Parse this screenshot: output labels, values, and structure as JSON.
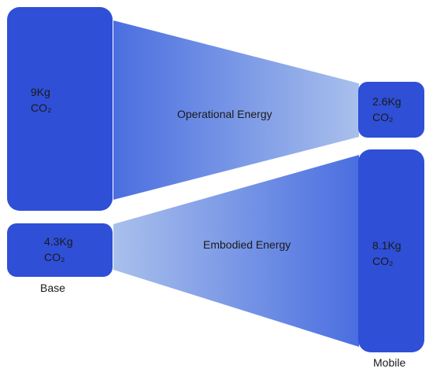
{
  "colors": {
    "node": "#2f4fd6",
    "flow_dark": "#4a6ee0",
    "flow_light": "#a9c0ec"
  },
  "nodes": {
    "base_operational": {
      "value": "9Kg",
      "unit": "CO₂"
    },
    "base_embodied": {
      "value": "4.3Kg",
      "unit": "CO₂"
    },
    "mobile_operational": {
      "value": "2.6Kg",
      "unit": "CO₂"
    },
    "mobile_embodied": {
      "value": "8.1Kg",
      "unit": "CO₂"
    }
  },
  "flows": {
    "operational": "Operational Energy",
    "embodied": "Embodied Energy"
  },
  "captions": {
    "base": "Base",
    "mobile": "Mobile"
  }
}
